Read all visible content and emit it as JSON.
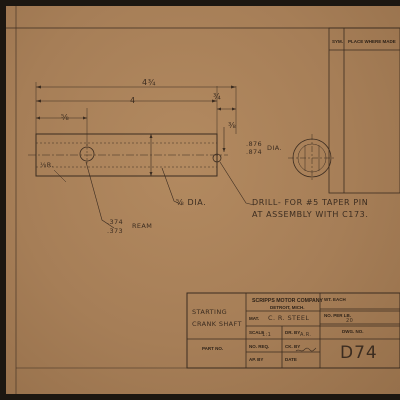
{
  "revision_table": {
    "col_sym": "SYM.",
    "col_place": "PLACE WHERE MADE"
  },
  "dimensions": {
    "overall_length": "4¾",
    "center_distance": "4",
    "end_offset": "¾",
    "left_offset": "⅝",
    "hole_right_top": "⅜",
    "hole_left_r": "⅛R.",
    "diameter_main": "⅝ DIA.",
    "end_dia_top": ".876",
    "end_dia_bottom": ".874",
    "end_dia_label": "DIA.",
    "ream_top": ".374",
    "ream_bottom": ".373",
    "ream_label": "REAM"
  },
  "notes": {
    "drill_line1": "DRILL- FOR #5 TAPER PIN",
    "drill_line2": "AT ASSEMBLY WITH C173."
  },
  "title_block": {
    "part_name_1": "STARTING",
    "part_name_2": "CRANK SHAFT",
    "part_no_label": "PART NO.",
    "company": "SCRIPPS MOTOR COMPANY",
    "city": "DETROIT, MICH.",
    "mat_label": "MAT.",
    "mat_value": "C. R. STEEL",
    "scale_label": "SCALE",
    "scale_value": "1:1",
    "dr_label": "DR. BY",
    "dr_value": "A.R.",
    "no_req_label": "NO. REQ.",
    "ck_label": "CK. BY",
    "ap_label": "AP. BY",
    "date_label": "DATE",
    "wt_label": "WT. EACH",
    "per_lb_label": "NO. PER LB.",
    "per_lb_value": "20",
    "dwg_label": "DWG. NO.",
    "dwg_value": "D74"
  }
}
